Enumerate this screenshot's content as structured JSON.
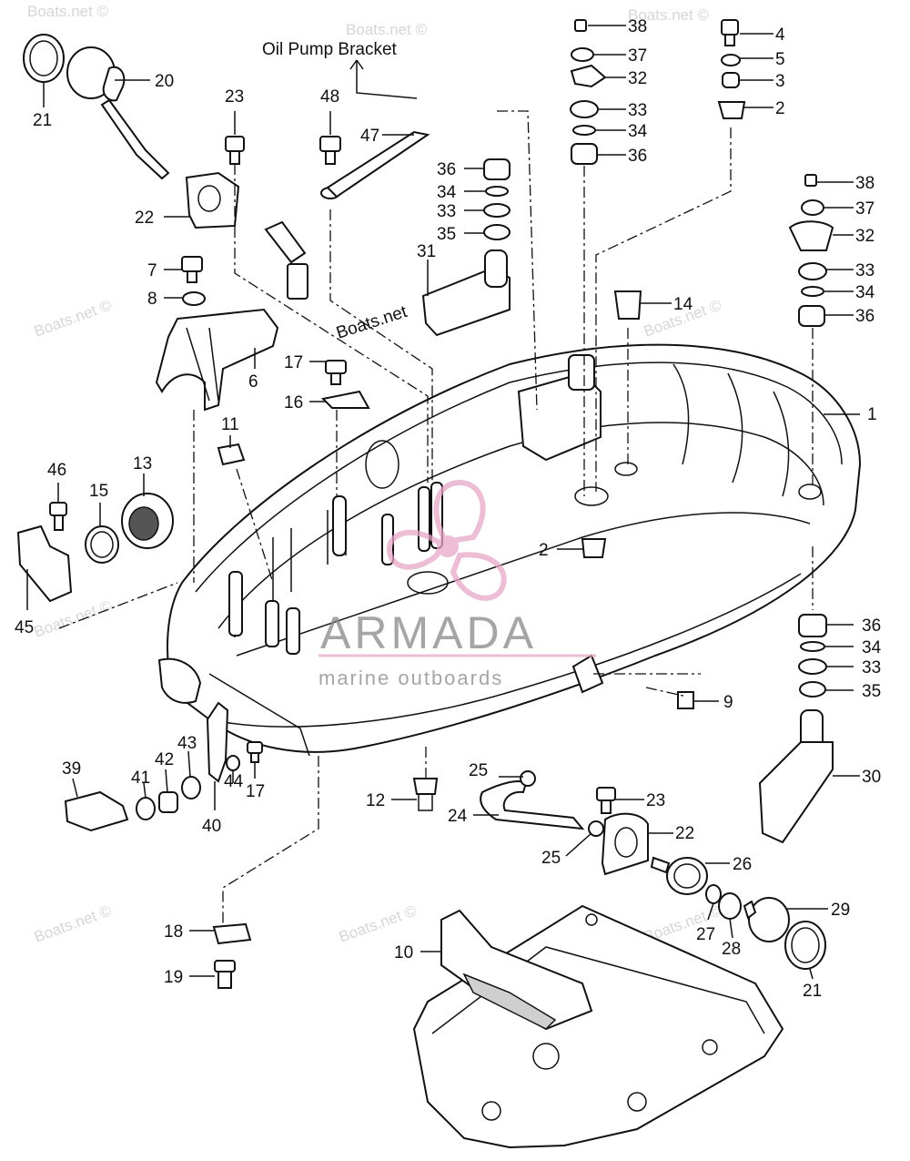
{
  "diagram": {
    "title": "Oil Pump Bracket",
    "watermarks": [
      "Boats.net ©",
      "Boats.net"
    ],
    "brand": {
      "name": "ARMADA",
      "tagline": "marine outboards",
      "color": "#e8a6c8"
    },
    "callouts": [
      "1",
      "2",
      "3",
      "4",
      "5",
      "6",
      "7",
      "8",
      "9",
      "10",
      "11",
      "12",
      "13",
      "14",
      "15",
      "16",
      "17",
      "18",
      "19",
      "20",
      "21",
      "22",
      "23",
      "24",
      "25",
      "26",
      "27",
      "28",
      "29",
      "30",
      "31",
      "32",
      "33",
      "34",
      "35",
      "36",
      "37",
      "38",
      "39",
      "40",
      "41",
      "42",
      "43",
      "44",
      "45",
      "46",
      "47",
      "48"
    ]
  }
}
